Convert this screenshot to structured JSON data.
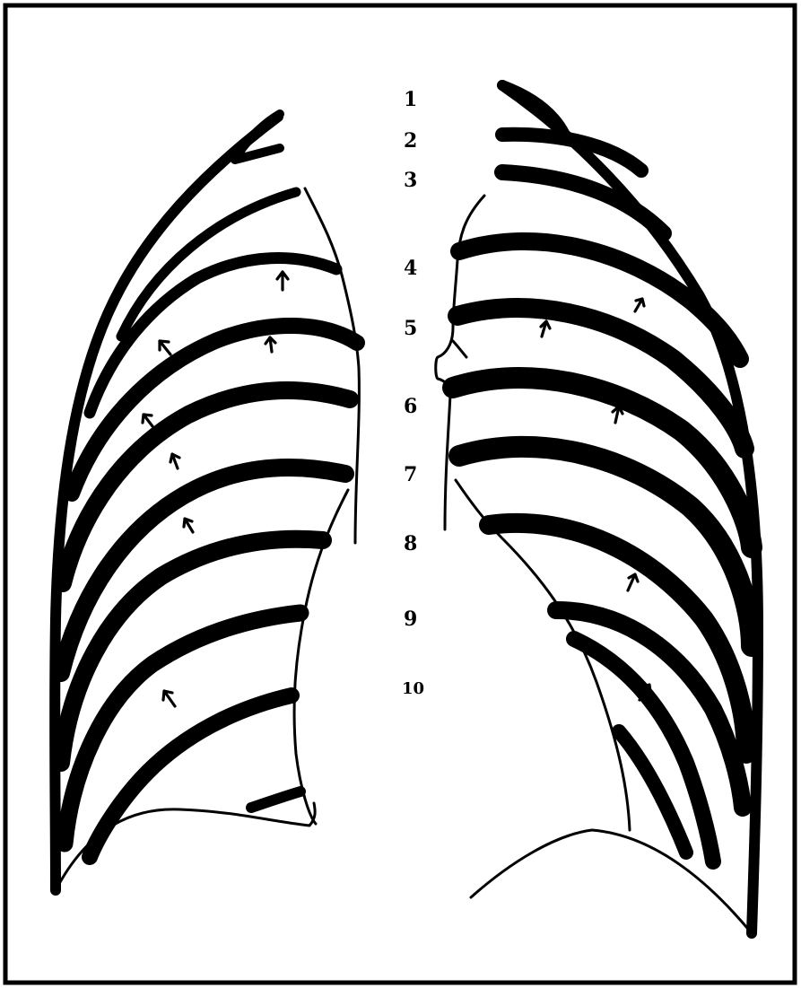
{
  "figure": {
    "rib_numbers": [
      "1",
      "2",
      "3",
      "4",
      "5",
      "6",
      "7",
      "8",
      "9",
      "10"
    ]
  }
}
